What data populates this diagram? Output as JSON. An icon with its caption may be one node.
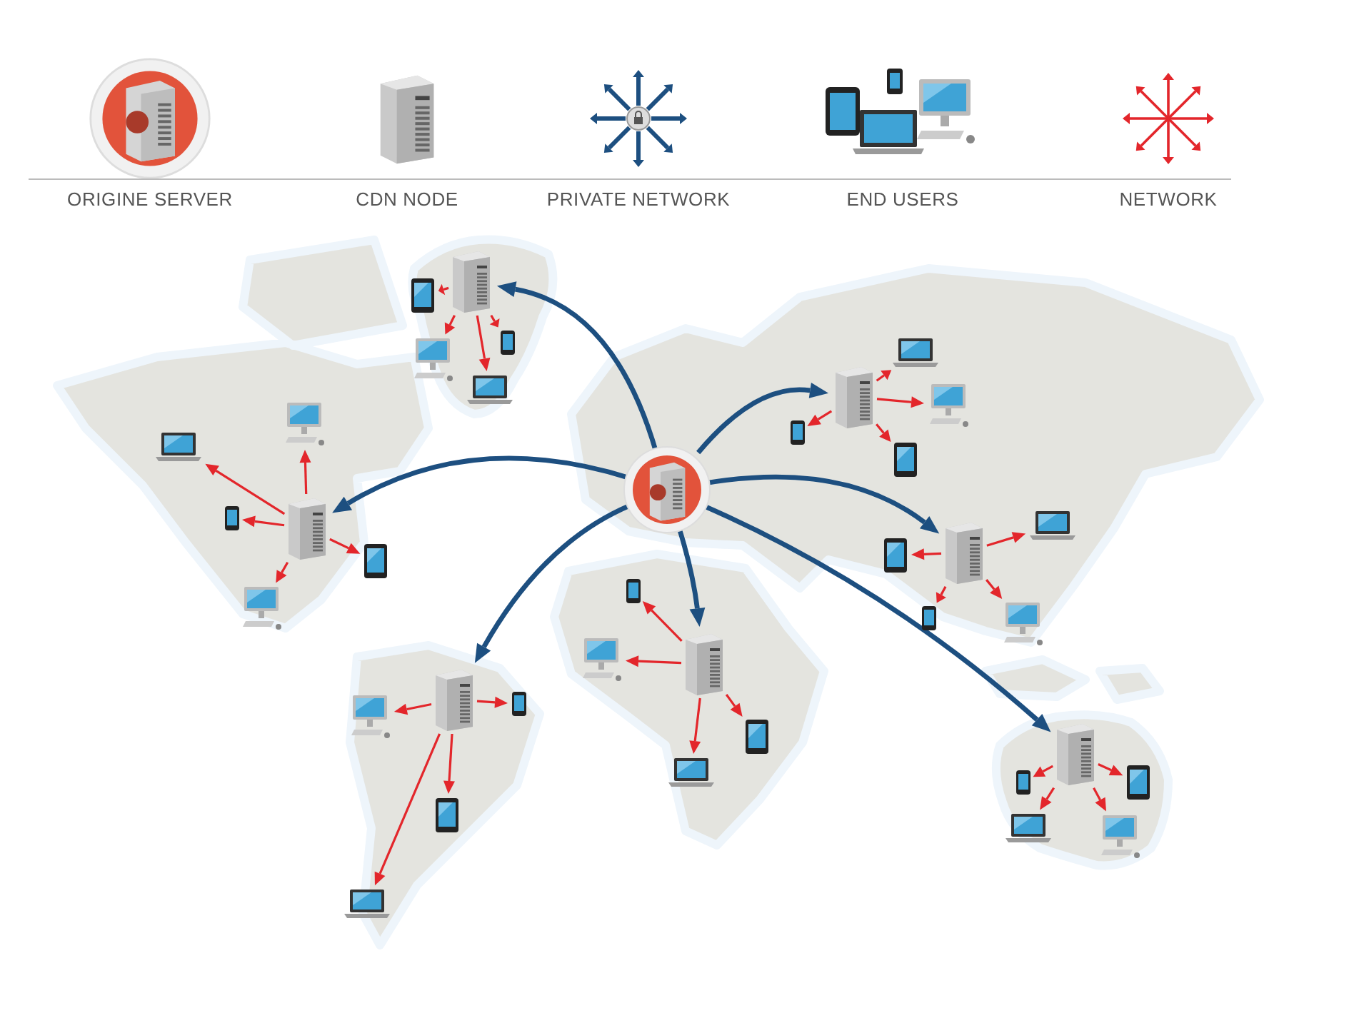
{
  "diagram": {
    "nodes": [
      {
        "text": [],
        "shape": "circle"
      },
      {
        "text": [],
        "shape": "server"
      },
      {
        "text": [],
        "shape": "tablet"
      },
      {
        "text": [],
        "shape": "desktop"
      },
      {
        "text": [],
        "shape": "phone"
      },
      {
        "text": [],
        "shape": "laptop"
      },
      {
        "text": [],
        "shape": "server"
      },
      {
        "text": [],
        "shape": "laptop"
      },
      {
        "text": [],
        "shape": "desktop"
      },
      {
        "text": [],
        "shape": "phone"
      },
      {
        "text": [],
        "shape": "tablet"
      },
      {
        "text": [],
        "shape": "desktop"
      },
      {
        "text": [],
        "shape": "server"
      },
      {
        "text": [],
        "shape": "laptop"
      },
      {
        "text": [],
        "shape": "desktop"
      },
      {
        "text": [],
        "shape": "phone"
      },
      {
        "text": [],
        "shape": "tablet"
      },
      {
        "text": [],
        "shape": "server"
      },
      {
        "text": [],
        "shape": "phone"
      },
      {
        "text": [],
        "shape": "desktop"
      },
      {
        "text": [],
        "shape": "tablet"
      },
      {
        "text": [],
        "shape": "laptop"
      },
      {
        "text": [],
        "shape": "server"
      },
      {
        "text": [],
        "shape": "tablet"
      },
      {
        "text": [],
        "shape": "laptop"
      },
      {
        "text": [],
        "shape": "phone"
      },
      {
        "text": [],
        "shape": "desktop"
      },
      {
        "text": [],
        "shape": "server"
      },
      {
        "text": [],
        "shape": "desktop"
      },
      {
        "text": [],
        "shape": "phone"
      },
      {
        "text": [],
        "shape": "tablet"
      },
      {
        "text": [],
        "shape": "laptop"
      },
      {
        "text": [],
        "shape": "server"
      },
      {
        "text": [],
        "shape": "phone"
      },
      {
        "text": [],
        "shape": "tablet"
      },
      {
        "text": [],
        "shape": "laptop"
      },
      {
        "text": [],
        "shape": "desktop"
      }
    ],
    "edges": [
      {
        "from": 0,
        "to": 1,
        "arrow": "to",
        "style": "thick",
        "color": "#1d4f80"
      },
      {
        "from": 0,
        "to": 6,
        "arrow": "to",
        "style": "thick",
        "color": "#1d4f80"
      },
      {
        "from": 0,
        "to": 12,
        "arrow": "to",
        "style": "thick",
        "color": "#1d4f80"
      },
      {
        "from": 0,
        "to": 17,
        "arrow": "to",
        "style": "thick",
        "color": "#1d4f80"
      },
      {
        "from": 0,
        "to": 22,
        "arrow": "to",
        "style": "thick",
        "color": "#1d4f80"
      },
      {
        "from": 0,
        "to": 27,
        "arrow": "to",
        "style": "thick",
        "color": "#1d4f80"
      },
      {
        "from": 0,
        "to": 32,
        "arrow": "to",
        "style": "thick",
        "color": "#1d4f80"
      },
      {
        "from": 1,
        "to": 2,
        "arrow": "to"
      },
      {
        "from": 1,
        "to": 3,
        "arrow": "to"
      },
      {
        "from": 1,
        "to": 4,
        "arrow": "to"
      },
      {
        "from": 1,
        "to": 5,
        "arrow": "to"
      },
      {
        "from": 6,
        "to": 7,
        "arrow": "to"
      },
      {
        "from": 6,
        "to": 8,
        "arrow": "to"
      },
      {
        "from": 6,
        "to": 9,
        "arrow": "to"
      },
      {
        "from": 6,
        "to": 10,
        "arrow": "to"
      },
      {
        "from": 6,
        "to": 11,
        "arrow": "to"
      },
      {
        "from": 12,
        "to": 13,
        "arrow": "to"
      },
      {
        "from": 12,
        "to": 14,
        "arrow": "to"
      },
      {
        "from": 12,
        "to": 15,
        "arrow": "to"
      },
      {
        "from": 12,
        "to": 16,
        "arrow": "to"
      },
      {
        "from": 17,
        "to": 18,
        "arrow": "to"
      },
      {
        "from": 17,
        "to": 19,
        "arrow": "to"
      },
      {
        "from": 17,
        "to": 20,
        "arrow": "to"
      },
      {
        "from": 17,
        "to": 21,
        "arrow": "to"
      },
      {
        "from": 22,
        "to": 23,
        "arrow": "to"
      },
      {
        "from": 22,
        "to": 24,
        "arrow": "to"
      },
      {
        "from": 22,
        "to": 25,
        "arrow": "to"
      },
      {
        "from": 22,
        "to": 26,
        "arrow": "to"
      },
      {
        "from": 27,
        "to": 28,
        "arrow": "to"
      },
      {
        "from": 27,
        "to": 29,
        "arrow": "to"
      },
      {
        "from": 27,
        "to": 30,
        "arrow": "to"
      },
      {
        "from": 27,
        "to": 31,
        "arrow": "to"
      },
      {
        "from": 32,
        "to": 33,
        "arrow": "to"
      },
      {
        "from": 32,
        "to": 34,
        "arrow": "to"
      },
      {
        "from": 32,
        "to": 35,
        "arrow": "to"
      },
      {
        "from": 32,
        "to": 36,
        "arrow": "to"
      }
    ],
    "legend": [
      {
        "text": "ORIGINE SERVER"
      },
      {
        "text": "CDN NODE"
      },
      {
        "text": "PRIVATE NETWORK"
      },
      {
        "text": "END USERS"
      },
      {
        "text": "NETWORK"
      }
    ]
  }
}
